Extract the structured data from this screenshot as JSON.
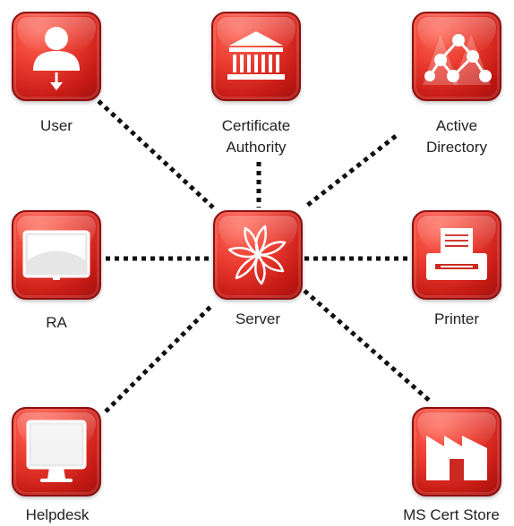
{
  "nodes": {
    "user": {
      "label": "User",
      "icon": "user-download-icon"
    },
    "certificate_authority": {
      "label_line1": "Certificate",
      "label_line2": "Authority",
      "icon": "building-columns-icon"
    },
    "active_directory": {
      "label_line1": "Active",
      "label_line2": "Directory",
      "icon": "network-graph-icon"
    },
    "ra": {
      "label": "RA",
      "icon": "monitor-icon"
    },
    "server": {
      "label": "Server",
      "icon": "pinwheel-icon"
    },
    "printer": {
      "label": "Printer",
      "icon": "printer-icon"
    },
    "helpdesk": {
      "label": "Helpdesk",
      "icon": "monitor-icon"
    },
    "ms_cert_store": {
      "label": "MS Cert Store",
      "icon": "factory-icon"
    }
  },
  "colors": {
    "tile_red": "#d9261c",
    "connector": "#111111",
    "label_text": "#222222"
  }
}
